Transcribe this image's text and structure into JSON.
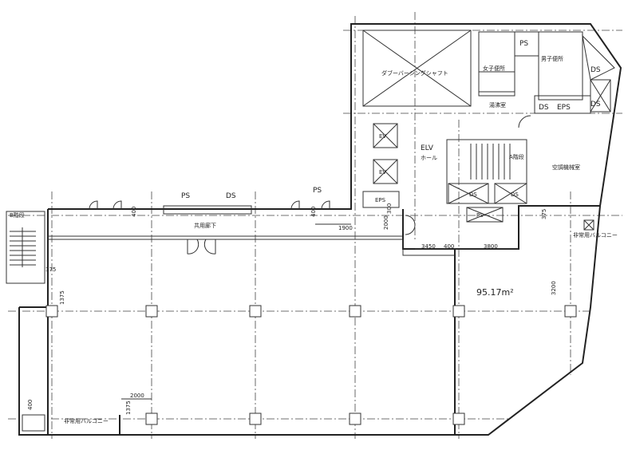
{
  "plan": {
    "rooms": {
      "shaft": "ダブーバーシングシャフト",
      "womens_toilet": "女子便所",
      "mens_toilet": "男子便所",
      "kitchenette": "湯沸室",
      "elv_hall_1": "ELV",
      "elv_hall_2": "ホール",
      "stair_a": "A階段",
      "machine_room": "空調機械室",
      "stair_b": "B階段",
      "corridor": "共用廊下",
      "balcony_right": "非常用バルコニー",
      "balcony_left": "非常用バルコニー",
      "office_area": "95.17m²"
    },
    "shafts": {
      "ps_top": "PS",
      "ds_top1": "DS",
      "ds_top2": "DS",
      "ds_eps_1": "DS",
      "eps": "EPS",
      "ps_corridor": "PS",
      "ds_corridor": "DS",
      "ps_right": "PS",
      "ev1": "EV",
      "ev2": "EV",
      "eps_core": "EPS",
      "ds_core1": "DS",
      "ds_core2": "DS",
      "ps_core": "PS"
    },
    "dimensions": {
      "d400_left": "400",
      "d400_right": "400",
      "d375_stair": "375",
      "d1375_left": "1375",
      "d1900": "1900",
      "d300": "300",
      "d2000_core": "2000",
      "d3450": "3450",
      "d400_core": "400",
      "d3800": "3800",
      "d375_right": "375",
      "d3200": "3200",
      "d2000_bottom": "2000",
      "d1375_bottom": "1375",
      "d400_bottom": "400"
    }
  }
}
